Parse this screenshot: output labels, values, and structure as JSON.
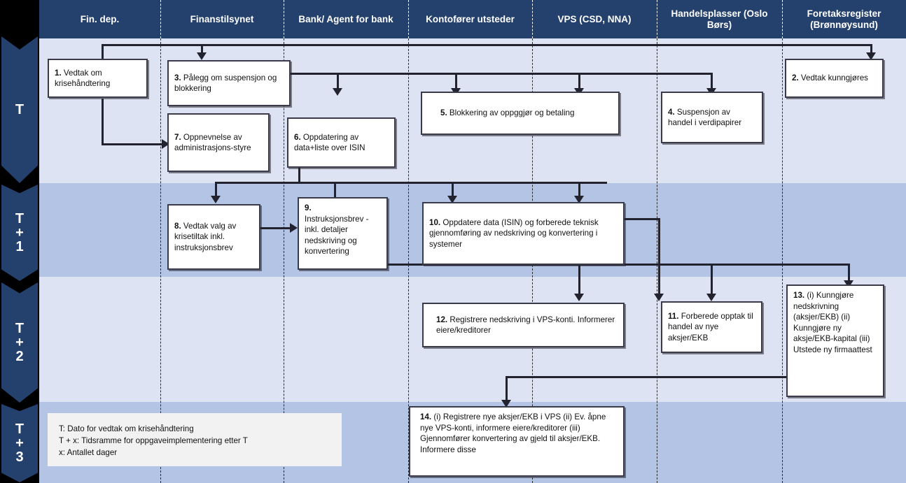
{
  "timeline": {
    "name": "time-axis",
    "steps": [
      {
        "id": "t",
        "label": "T"
      },
      {
        "id": "t1",
        "label": "T + 1"
      },
      {
        "id": "t2",
        "label": "T + 2"
      },
      {
        "id": "t3",
        "label": "T + 3"
      }
    ]
  },
  "columns": [
    {
      "id": "findep",
      "label": "Fin. dep."
    },
    {
      "id": "ftilsyn",
      "label": "Finanstilsynet"
    },
    {
      "id": "bank",
      "label": "Bank/ Agent for bank"
    },
    {
      "id": "kontofor",
      "label": "Kontofører utsteder"
    },
    {
      "id": "vps",
      "label": "VPS (CSD, NNA)"
    },
    {
      "id": "handel",
      "label": "Handelsplasser (Oslo Børs)"
    },
    {
      "id": "foretak",
      "label": "Foretaksregister (Brønnøysund)"
    }
  ],
  "steps": {
    "s1": {
      "num": "1.",
      "text": "Vedtak om krisehåndtering"
    },
    "s2": {
      "num": "2.",
      "text": "Vedtak kunngjøres"
    },
    "s3": {
      "num": "3.",
      "text": "Pålegg om  suspensjon og blokkering"
    },
    "s4": {
      "num": "4.",
      "text": "Suspensjon av handel i verdipapirer"
    },
    "s5": {
      "num": "5.",
      "text": "Blokkering av oppggjør og betaling"
    },
    "s6": {
      "num": "6.",
      "text": "Oppdatering av data+liste over ISIN"
    },
    "s7": {
      "num": "7.",
      "text": "Oppnevnelse av administrasjons-styre"
    },
    "s8": {
      "num": "8.",
      "text": "Vedtak valg av krisetiltak inkl. instruksjonsbrev"
    },
    "s9": {
      "num": "9.",
      "text": "Instruksjonsbrev - inkl. detaljer nedskriving og konvertering"
    },
    "s10": {
      "num": "10.",
      "text": "Oppdatere data (ISIN) og forberede teknisk gjennomføring  av nedskriving og konvertering i systemer"
    },
    "s11": {
      "num": "11.",
      "text": "Forberede opptak til handel av nye aksjer/EKB"
    },
    "s12": {
      "num": "12.",
      "text": "Registrere nedskriving i VPS-konti. Informerer eiere/kreditorer"
    },
    "s13": {
      "num": "13.",
      "text": "(i) Kunngjøre nedskrivning (aksjer/EKB) (ii) Kunngjøre ny aksje/EKB-kapital (iii) Utstede ny firmaattest"
    },
    "s14": {
      "num": "14.",
      "text": "(i) Registrere nye aksjer/EKB i VPS (ii) Ev. åpne nye VPS-konti, informere eiere/kreditorer (iii) Gjennomfører konvertering av gjeld til aksjer/EKB. Informere disse"
    }
  },
  "legend": {
    "line1": "T: Dato for vedtak om krisehåndtering",
    "line2": "T + x: Tidsramme for oppgaveimplementering etter T",
    "line3": "x: Antallet dager"
  },
  "colors": {
    "header_bg": "#24416e",
    "band_light": "#dde3f2",
    "band_dark": "#b4c4e4",
    "box_border": "#3a3a4a",
    "connector": "#232330",
    "legend_bg": "#f2f2f2"
  }
}
